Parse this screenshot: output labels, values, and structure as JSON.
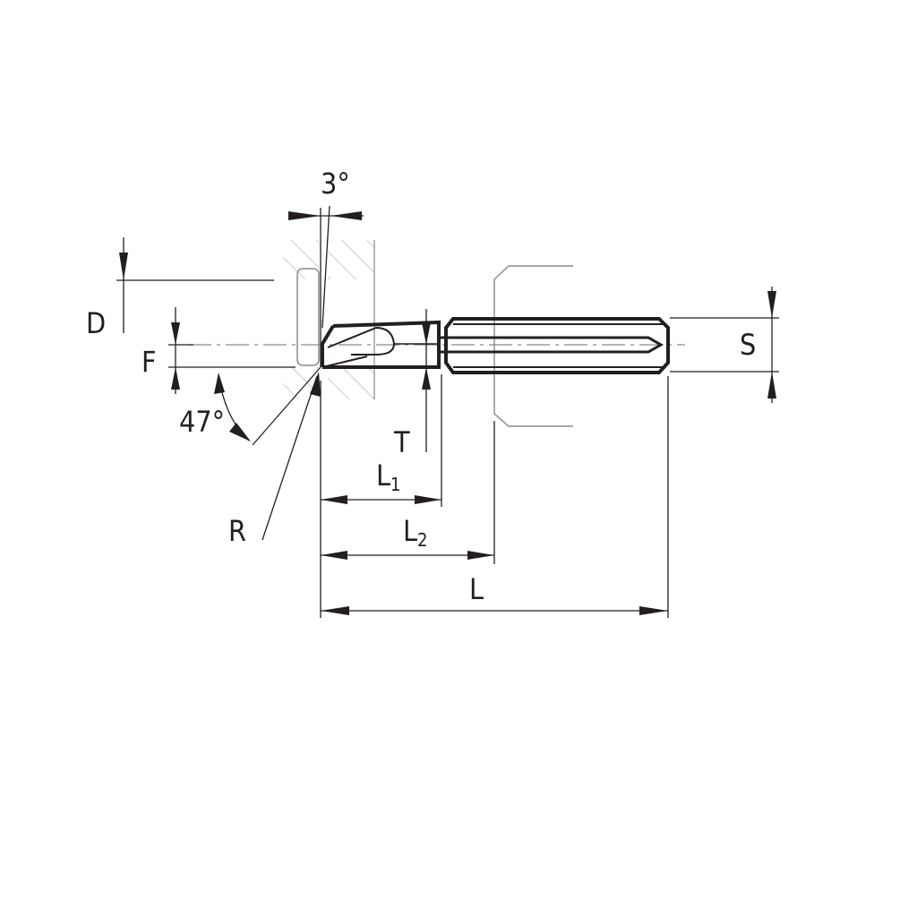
{
  "labels": {
    "angle_top": "3°",
    "d": "D",
    "f": "F",
    "angle_side": "47°",
    "r": "R",
    "t": "T",
    "l1": "L",
    "l1_sub": "1",
    "l2": "L",
    "l2_sub": "2",
    "l": "L",
    "s": "S"
  },
  "colors": {
    "ink": "#231f20",
    "thin": "#444444",
    "grey": "#8a8a8a",
    "hatch": "#b5b5b5"
  }
}
